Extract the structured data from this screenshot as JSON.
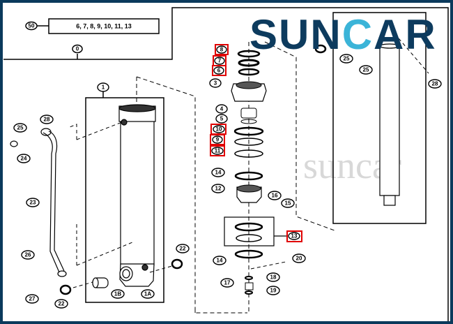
{
  "kit_callout": {
    "number": "50",
    "contents": "6, 7, 8, 9, 10, 11, 13"
  },
  "assembly_callout": "0",
  "callouts": {
    "c1": "1",
    "c1a": "1A",
    "c1b": "1B",
    "c3": "3",
    "c4": "4",
    "c5": "5",
    "c6": "6",
    "c7": "7",
    "c8": "8",
    "c9": "9",
    "c10": "10",
    "c11": "11",
    "c12": "12",
    "c13": "13",
    "c14a": "14",
    "c14b": "14",
    "c15": "15",
    "c16": "16",
    "c17": "17",
    "c18": "18",
    "c19": "19",
    "c20": "20",
    "c22a": "22",
    "c22b": "22",
    "c23": "23",
    "c24": "24",
    "c25a": "25",
    "c25b": "25",
    "c25c": "25",
    "c26": "26",
    "c27": "27",
    "c28a": "28",
    "c28b": "28"
  },
  "highlighted_parts": [
    "6",
    "7",
    "8",
    "9",
    "10",
    "11",
    "13"
  ],
  "logo": {
    "text_left": "SUN",
    "text_c": "C",
    "text_right": "AR"
  },
  "watermark": "suncar",
  "colors": {
    "frame": "#0b3a5c",
    "logo": "#0d3b5e",
    "logo_accent": "#3bb4d8",
    "highlight": "#e00000"
  }
}
